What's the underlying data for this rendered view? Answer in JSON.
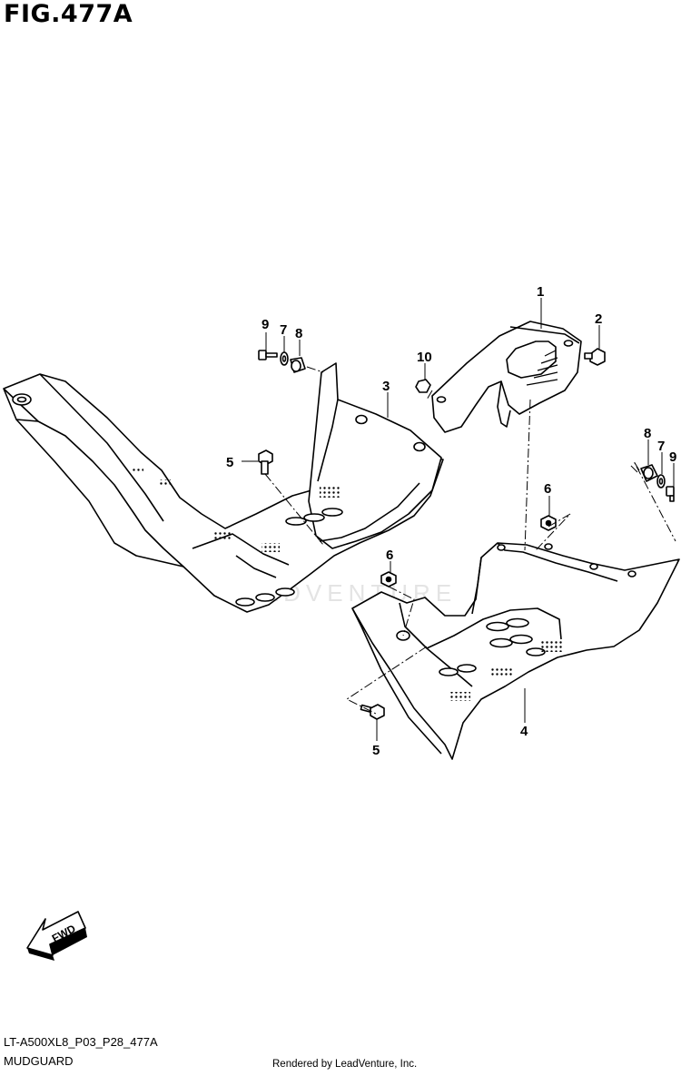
{
  "figure": {
    "title": "FIG.477A"
  },
  "watermark": "LEADVENTURE",
  "fwd_label": "FWD",
  "callouts": [
    {
      "id": "c1",
      "label": "1"
    },
    {
      "id": "c2",
      "label": "2"
    },
    {
      "id": "c3",
      "label": "3"
    },
    {
      "id": "c4",
      "label": "4"
    },
    {
      "id": "c5a",
      "label": "5"
    },
    {
      "id": "c5b",
      "label": "5"
    },
    {
      "id": "c6a",
      "label": "6"
    },
    {
      "id": "c6b",
      "label": "6"
    },
    {
      "id": "c7a",
      "label": "7"
    },
    {
      "id": "c7b",
      "label": "7"
    },
    {
      "id": "c8a",
      "label": "8"
    },
    {
      "id": "c8b",
      "label": "8"
    },
    {
      "id": "c9a",
      "label": "9"
    },
    {
      "id": "c9b",
      "label": "9"
    },
    {
      "id": "c10",
      "label": "10"
    }
  ],
  "footer": {
    "code": "LT-A500XL8_P03_P28_477A",
    "name": "MUDGUARD",
    "credit": "Rendered by LeadVenture, Inc."
  }
}
